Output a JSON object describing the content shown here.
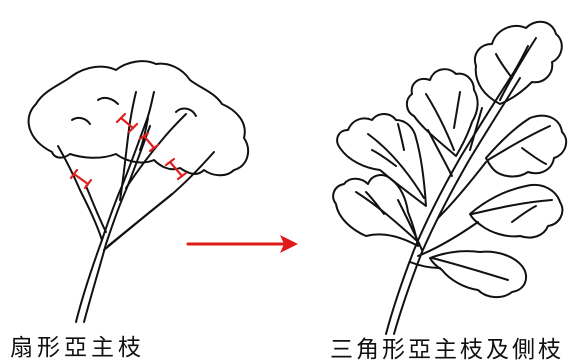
{
  "left_caption": "扇形亞主枝",
  "right_caption": "三角形亞主枝及側枝",
  "colors": {
    "ink": "#111111",
    "cut_marks": "#e02020",
    "arrow": "#e01a1a"
  },
  "icons": {
    "cut_mark": "red-i-beam",
    "arrow": "right-arrow"
  }
}
